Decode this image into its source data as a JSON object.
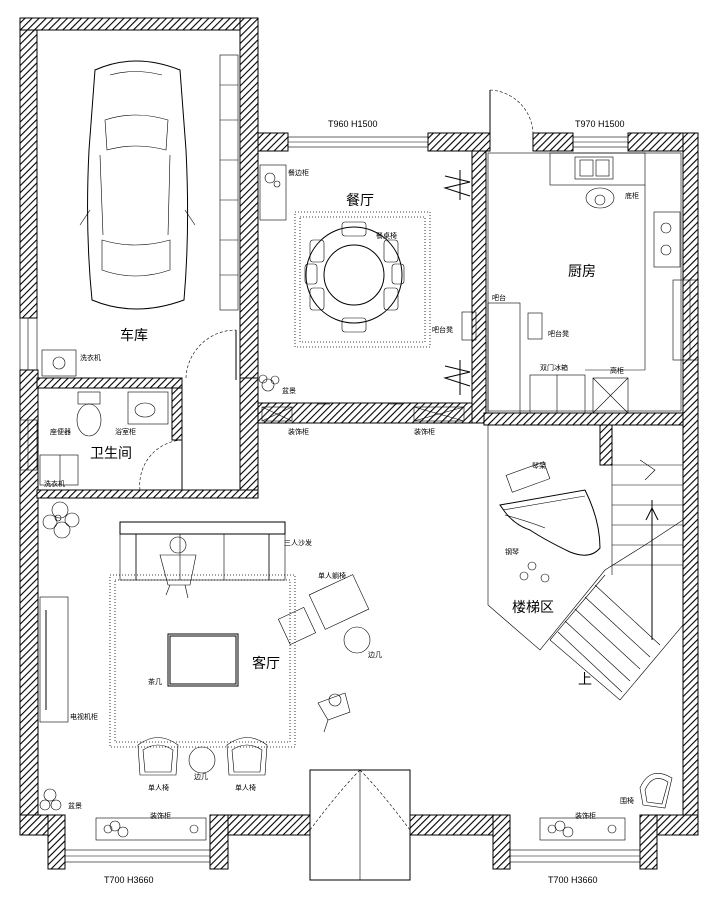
{
  "rooms": {
    "garage": "车库",
    "dining": "餐厅",
    "kitchen": "厨房",
    "bathroom": "卫生间",
    "living": "客厅",
    "stair_area": "楼梯区",
    "up": "上"
  },
  "labels": {
    "washer_garage": "洗衣机",
    "toilet": "座便器",
    "basin_cabinet": "浴室柜",
    "washer_bath": "洗衣机",
    "sideboard": "餐边柜",
    "dining_chair": "餐桌椅",
    "bar_stool_left": "吧台凳",
    "bar_counter": "吧台",
    "bar_stool_right": "吧台凳",
    "double_fridge": "双门冰箱",
    "tall_cabinet": "高柜",
    "base_cabinet": "底柜",
    "plant_dining": "盆景",
    "decor_cabinet_left": "装饰柜",
    "decor_cabinet_right": "装饰柜",
    "three_seat_sofa": "三人沙发",
    "single_recliner": "单人躺椅",
    "coffee_table": "茶几",
    "side_table_right": "边几",
    "tv_cabinet": "电视机柜",
    "single_chair_left": "单人椅",
    "side_table_bottom": "边几",
    "single_chair_right": "单人椅",
    "plant_living": "盆景",
    "decor_cabinet_bottom_left": "装饰柜",
    "decor_cabinet_bottom_right": "装饰柜",
    "piano_stand": "琴架",
    "piano": "钢琴",
    "round_chair": "围椅"
  },
  "dimensions": {
    "dining_window": "T960 H1500",
    "kitchen_window": "T970 H1500",
    "living_window_left": "T700 H3660",
    "living_window_right": "T700 H3660"
  }
}
